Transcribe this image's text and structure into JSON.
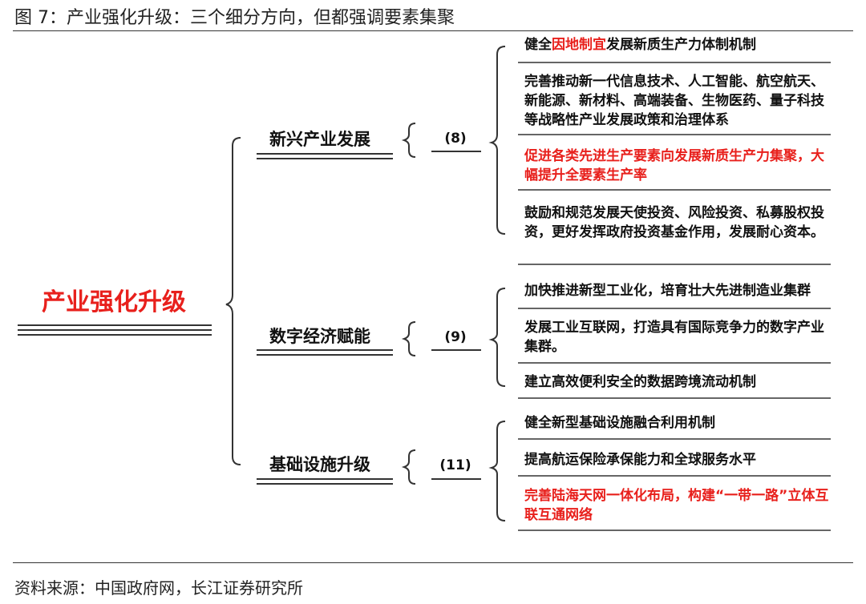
{
  "figure_title": "图 7：产业强化升级：三个细分方向，但都强调要素集聚",
  "root": "产业强化升级",
  "categories": [
    {
      "name": "新兴产业发展",
      "count": "(8)",
      "items": [
        {
          "pre": "健全",
          "hl": "因地制宜",
          "post": "发展新质生产力体制机制",
          "red": false
        },
        {
          "text": "完善推动新一代信息技术、人工智能、航空航天、新能源、新材料、高端装备、生物医药、量子科技等战略性产业发展政策和治理体系",
          "red": false
        },
        {
          "text": "促进各类先进生产要素向发展新质生产力集聚，大幅提升全要素生产率",
          "red": true
        },
        {
          "text": "鼓励和规范发展天使投资、风险投资、私募股权投资，更好发挥政府投资基金作用，发展耐心资本。",
          "red": false
        }
      ]
    },
    {
      "name": "数字经济赋能",
      "count": "(9)",
      "items": [
        {
          "text": "加快推进新型工业化，培育壮大先进制造业集群",
          "red": false
        },
        {
          "text": "发展工业互联网，打造具有国际竞争力的数字产业集群。",
          "red": false
        },
        {
          "text": "建立高效便利安全的数据跨境流动机制",
          "red": false
        }
      ]
    },
    {
      "name": "基础设施升级",
      "count": "(11)",
      "items": [
        {
          "text": "健全新型基础设施融合利用机制",
          "red": false
        },
        {
          "text": "提高航运保险承保能力和全球服务水平",
          "red": false
        },
        {
          "text": "完善陆海天网一体化布局，构建“一带一路”立体互联互通网络",
          "red": true
        }
      ]
    }
  ],
  "source": "资料来源：中国政府网，长江证券研究所",
  "colors": {
    "accent_red": "#e8201c",
    "text": "#111111",
    "line": "#333333"
  }
}
